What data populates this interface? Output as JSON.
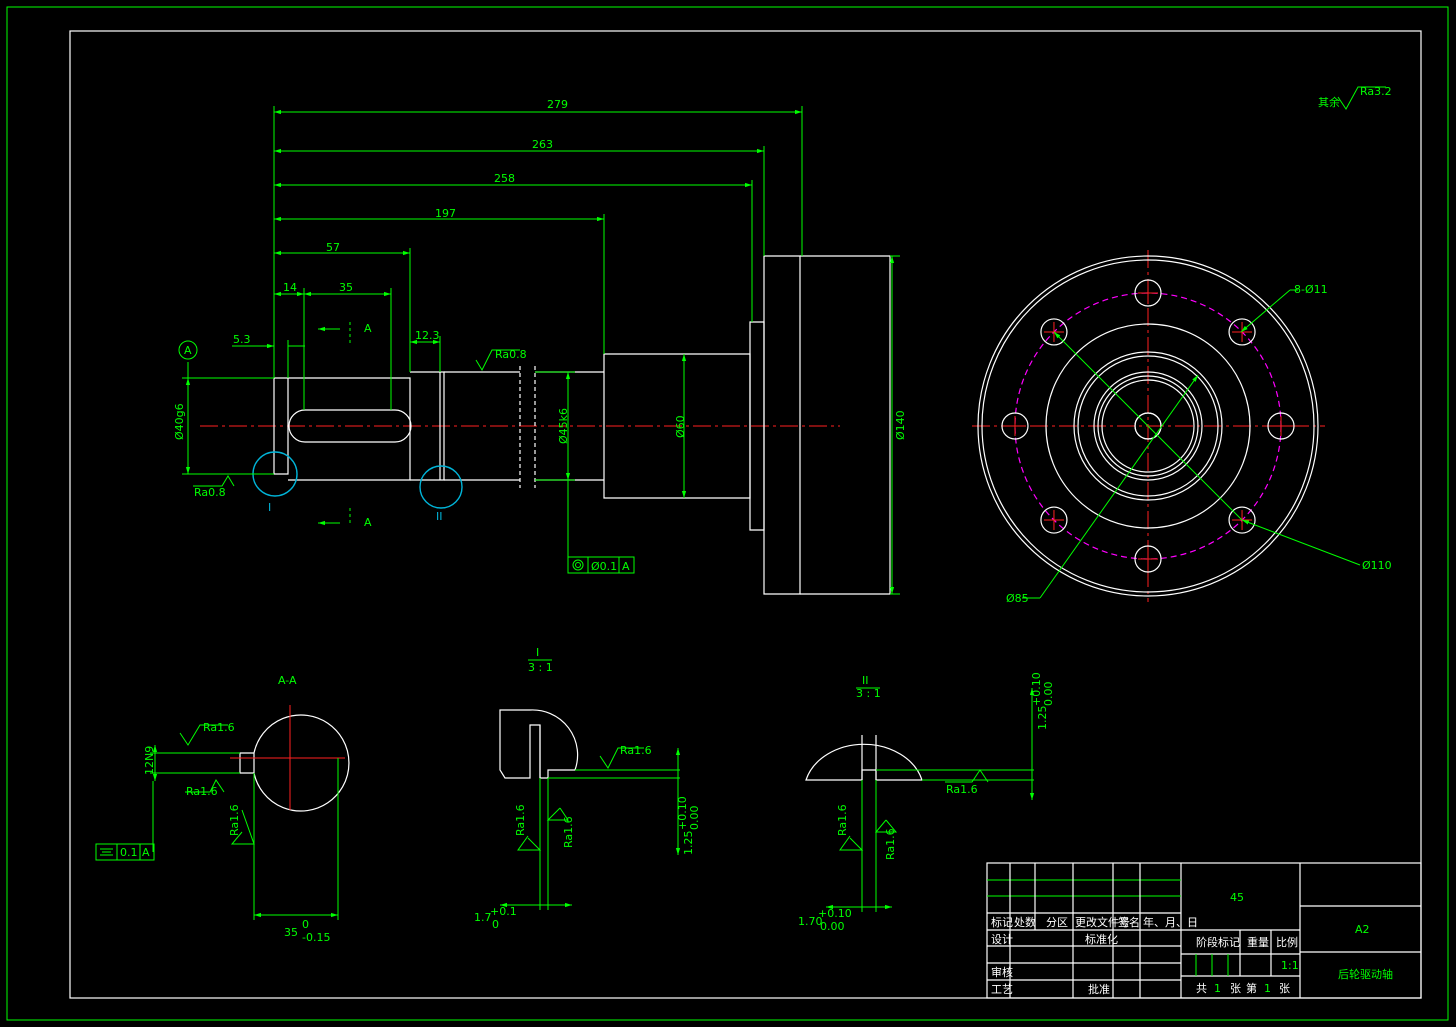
{
  "dims": {
    "d279": "279",
    "d263": "263",
    "d258": "258",
    "d197": "197",
    "d57": "57",
    "d14": "14",
    "d35": "35",
    "d53": "5.3",
    "d123": "12.3",
    "phi40": "Ø40g6",
    "phi45": "Ø45k6",
    "phi60": "Ø60",
    "phi140": "Ø140",
    "phi11": "8-Ø11",
    "phi110": "Ø110",
    "phi85": "Ø85"
  },
  "labels": {
    "datum": "A",
    "section_a": "A",
    "detail_1": "I",
    "detail_2": "II",
    "tol_concentric": "Ø0.1",
    "tol_ref": "A",
    "ra08_a": "Ra0.8",
    "ra08_b": "Ra0.8",
    "ra32": "Ra3.2",
    "remaining": "其余"
  },
  "section_aa": {
    "title": "A-A",
    "key_w": "12N9",
    "ra16_a": "Ra1.6",
    "ra16_b": "Ra1.6",
    "ra16_c": "Ra1.6",
    "tol_sym": "0.1",
    "tol_ref": "A",
    "dim35": "35",
    "dim35_up": "0",
    "dim35_lo": "-0.15"
  },
  "detail_i": {
    "title": "I",
    "scale": "3 : 1",
    "ra_a": "Ra1.6",
    "ra_b": "Ra1.6",
    "ra_c": "Ra1.6",
    "w_base": "1.7",
    "w_up": "+0.1",
    "w_lo": "0",
    "h_base": "1.25",
    "h_up": "+0.10",
    "h_lo": "0.00"
  },
  "detail_ii": {
    "title": "II",
    "scale": "3 : 1",
    "ra_a": "Ra1.6",
    "ra_b": "Ra1.6",
    "ra_c": "Ra1.6",
    "w_base": "1.70",
    "w_up": "+0.10",
    "w_lo": "0.00",
    "h_base": "1.25",
    "h_up": "+0.10",
    "h_lo": "0.00"
  },
  "title_block": {
    "material": "45",
    "sheet": "A2",
    "part_name": "后轮驱动轴",
    "h1": "标记",
    "h2": "处数",
    "h3": "分区",
    "h4": "更改文件号",
    "h5": "签名",
    "h6": "年、月、日",
    "design": "设计",
    "standard": "标准化",
    "review": "审核",
    "process": "工艺",
    "approve": "批准",
    "stage": "阶段标记",
    "weight": "重量",
    "ratio_label": "比例",
    "ratio": "1:1",
    "total": "共",
    "total_n": "1",
    "sheets": "张",
    "sheet_no": "第",
    "sheet_n": "1",
    "sheets2": "张"
  },
  "colors": {
    "line": "#00ff00",
    "part": "#ffffff",
    "center": "#ff2020",
    "pitch": "#ff00ff",
    "detail": "#00b4d8"
  }
}
